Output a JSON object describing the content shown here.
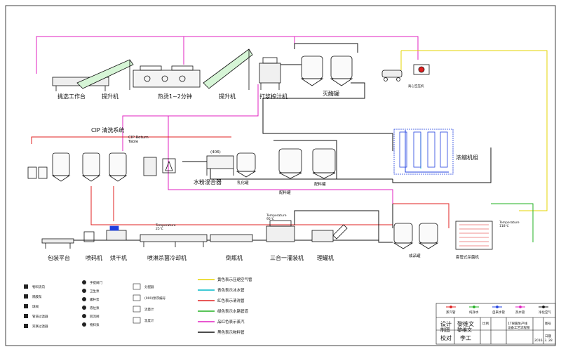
{
  "equipment": {
    "sorting_table": "挑选工作台",
    "elevator_1": "提升机",
    "blanching": "热烫1~2分钟",
    "elevator_2": "提升机",
    "pulper": "打浆榨汁机",
    "enzyme_tank": "灭酶罐",
    "cip_system": "CIP 清洗系统",
    "cip_return": "CIP Return\nTable",
    "powder_mix": "水粉混合器",
    "pump_406": "(406)",
    "emulsion_tank": "乳化罐",
    "batch_tank": "配料罐",
    "evaporator": "浓缩机组",
    "packing_platform": "包装平台",
    "coder": "喷码机",
    "dryer": "烘干机",
    "spray_cooler": "喷淋杀菌冷却机",
    "bottle_inverter": "倒瓶机",
    "filler": "三合一灌装机",
    "bottle_sorter": "理罐机",
    "finished_tank": "成品罐",
    "tube_sterilizer": "套管式杀菌机",
    "air_compressor": "离心空压机"
  },
  "annotations": {
    "temp_25": "Temperature\n25℃",
    "temp_95": "Temperature\n95℃",
    "temp_118": "Temperature\n118℃"
  },
  "legend_left": [
    "物料流向",
    "隔膜泵",
    "球阀",
    "管道过滤器",
    "双联过滤器"
  ],
  "legend_mid": [
    "手提阀门",
    "卫生泵",
    "螺杆泵",
    "液位泵",
    "回流阀",
    "物料泵"
  ],
  "legend_right": [
    "分配器",
    "(000)泵序编号",
    "流量计",
    "温度计"
  ],
  "pipe_legend": [
    {
      "text": "黄色表示压缩空气管",
      "color": "#e5d400"
    },
    {
      "text": "青色表示冰水管",
      "color": "#00b8c8"
    },
    {
      "text": "红色表示清洗管",
      "color": "#e02020"
    },
    {
      "text": "绿色表示水路管道",
      "color": "#22b022"
    },
    {
      "text": "品红色表示蒸汽",
      "color": "#e020c0"
    },
    {
      "text": "黑色表示物料管",
      "color": "#111111"
    }
  ],
  "pipe_types": [
    {
      "text": "蒸汽管",
      "color": "#e02020"
    },
    {
      "text": "纯净水",
      "color": "#22b022"
    },
    {
      "text": "自来水管",
      "color": "#2040e0"
    },
    {
      "text": "热水管",
      "color": "#e020c0"
    },
    {
      "text": "净化空气",
      "color": "#111111"
    }
  ],
  "title_block": {
    "designer_label": "设计",
    "designer": "黎维文",
    "drafter_label": "制图",
    "drafter": "黎维文",
    "checker_label": "校对",
    "checker": "李工",
    "drawing_name": "1T果酱生产线\n设备工艺流程图",
    "scale_label": "比例",
    "sheet_label": "图号",
    "date_label": "日期",
    "date": "2016. 3. 28"
  },
  "colors": {
    "material": "#111111",
    "cip": "#e02020",
    "steam": "#e020c0",
    "water": "#22b022",
    "air": "#e5d400",
    "chill": "#00b8c8",
    "tap": "#2040e0"
  }
}
